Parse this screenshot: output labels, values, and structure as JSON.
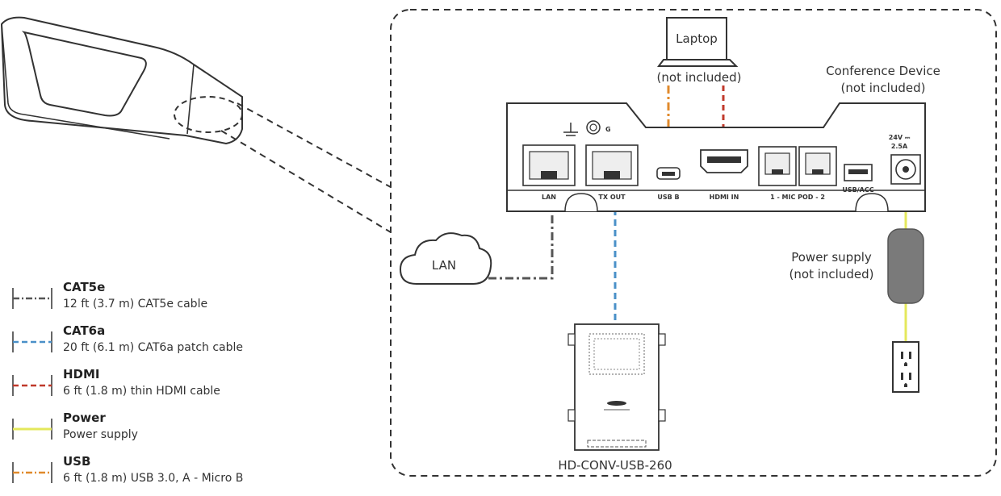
{
  "labels": {
    "laptop": "Laptop",
    "laptop_note": "(not included)",
    "conference_device": "Conference Device",
    "conference_device_note": "(not included)",
    "lan_cloud": "LAN",
    "power_supply": "Power supply",
    "power_supply_note": "(not included)",
    "converter": "HD-CONV-USB-260"
  },
  "ports": {
    "ground": "G",
    "lan": "LAN",
    "tx_out": "TX OUT",
    "usb_b": "USB B",
    "hdmi_in": "HDMI IN",
    "mic_pod": "1 - MIC POD - 2",
    "usb_acc": "USB/ACC",
    "power_rating_1": "24V ⎓",
    "power_rating_2": "2.5A"
  },
  "legend": [
    {
      "title": "CAT5e",
      "desc": "12 ft (3.7 m) CAT5e cable",
      "style": "dash-dot",
      "color": "#555555"
    },
    {
      "title": "CAT6a",
      "desc": "20 ft (6.1 m) CAT6a patch cable",
      "style": "dashed",
      "color": "#4a90c8"
    },
    {
      "title": "HDMI",
      "desc": "6 ft (1.8 m) thin HDMI cable",
      "style": "dashed",
      "color": "#c0392b"
    },
    {
      "title": "Power",
      "desc": "Power supply",
      "style": "solid",
      "color": "#e4e85c"
    },
    {
      "title": "USB",
      "desc": "6 ft (1.8 m) USB 3.0, A - Micro B",
      "style": "dash-dot",
      "color": "#e08a2c"
    }
  ],
  "colors": {
    "cat5e": "#555555",
    "cat6a": "#4a90c8",
    "hdmi": "#c0392b",
    "power": "#e4e85c",
    "usb": "#e08a2c",
    "outline": "#333333"
  }
}
